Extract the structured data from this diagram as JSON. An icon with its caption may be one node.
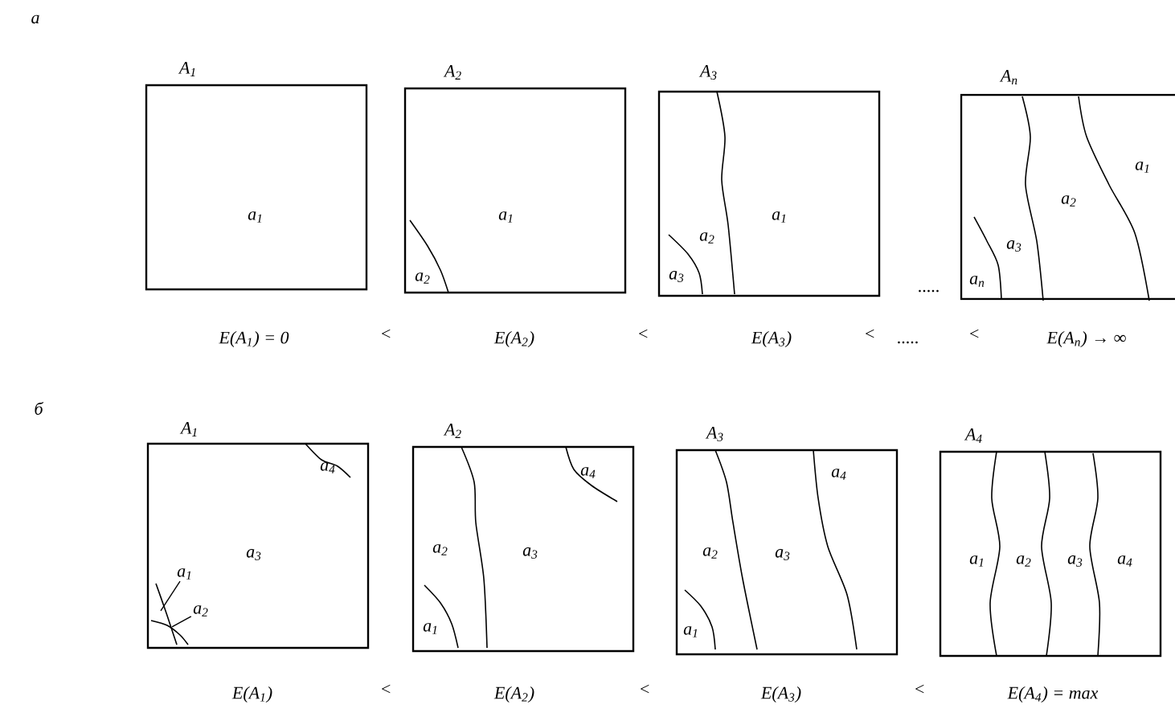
{
  "diagram": {
    "nodes": [
      {
        "text": [
          "A$_{1}$",
          "a$_{1}$"
        ]
      },
      {
        "text": [
          "A$_{2}$",
          "a$_{1}$",
          "a$_{2}$"
        ]
      },
      {
        "text": [
          "A$_{3}$",
          "a$_{2}$",
          "a$_{1}$",
          "a$_{3}$"
        ]
      },
      {
        "text": [
          "A$_{n}$",
          "a$_{1}$",
          "a$_{2}$",
          "a$_{3}$",
          "a$_{n}$"
        ]
      },
      {
        "text": [
          "A$_{1}$",
          "a$_{4}$",
          "a$_{3}$"
        ]
      },
      {
        "text": [
          "a$_{1}$"
        ],
        "in": 4
      },
      {
        "text": [
          "a$_{2}$"
        ],
        "in": 4
      },
      {
        "text": [
          "A$_{2}$",
          "a$_{4}$",
          "a$_{2}$",
          "a$_{3}$",
          "a$_{1}$"
        ]
      },
      {
        "text": [
          "A$_{3}$",
          "a$_{4}$",
          "a$_{2}$",
          "a$_{3}$",
          "a$_{1}$"
        ]
      },
      {
        "text": [
          "A$_{4}$",
          "a$_{1}$",
          "a$_{2}$",
          "a$_{3}$",
          "a$_{4}$"
        ]
      }
    ],
    "edges": [
      {
        "from": 5,
        "to": null,
        "arrow": "none"
      },
      {
        "from": 6,
        "to": null,
        "arrow": "none"
      }
    ],
    "labels": [
      "а",
      ".....",
      "E(A$_{1}$) = 0",
      "<",
      "E(A$_{2}$)",
      "<",
      "E(A$_{3}$)",
      "<",
      ".....",
      "<",
      "E(A$_{n}$) → ∞",
      "б",
      "E(A$_{1}$)",
      "<",
      "E(A$_{2}$)",
      "<",
      "E(A$_{3}$)",
      "<",
      "E(A$_{4}$) = max"
    ]
  }
}
